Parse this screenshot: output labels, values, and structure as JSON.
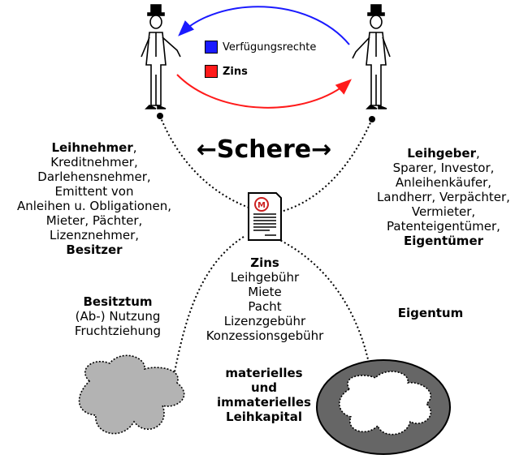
{
  "legend": {
    "rights_label": "Verfügungsrechte",
    "rights_color": "#1a1aff",
    "interest_label": "Zins",
    "interest_color": "#ff1a1a"
  },
  "center_title": "←Schere→",
  "left_party": {
    "title": "Leihnehmer",
    "title_suffix": ",",
    "lines": [
      "Kreditnehmer,",
      "Darlehensnehmer,",
      "Emittent von",
      "Anleihen u. Obligationen,",
      "Mieter, Pächter,",
      "Lizenznehmer,"
    ],
    "footer": "Besitzer"
  },
  "right_party": {
    "title": "Leihgeber",
    "title_suffix": ",",
    "lines": [
      "Sparer, Investor,",
      "Anleihenkäufer,",
      "Landherr, Verpächter,",
      "Vermieter,",
      "Patenteigentümer,"
    ],
    "footer": "Eigentümer"
  },
  "document_icon_letter": "M",
  "interest_block": {
    "title": "Zins",
    "lines": [
      "Leihgebühr",
      "Miete",
      "Pacht",
      "Lizenzgebühr",
      "Konzessionsgebühr"
    ]
  },
  "possession": {
    "title": "Besitztum",
    "lines": [
      "(Ab-) Nutzung",
      "Fruchtziehung"
    ]
  },
  "ownership": {
    "title": "Eigentum"
  },
  "capital": {
    "lines": [
      "materielles",
      "und",
      "immaterielles",
      "Leihkapital"
    ]
  },
  "colors": {
    "blob_fill": "#b3b3b3",
    "ellipse_fill": "#666666",
    "doc_accent": "#cc2020"
  }
}
